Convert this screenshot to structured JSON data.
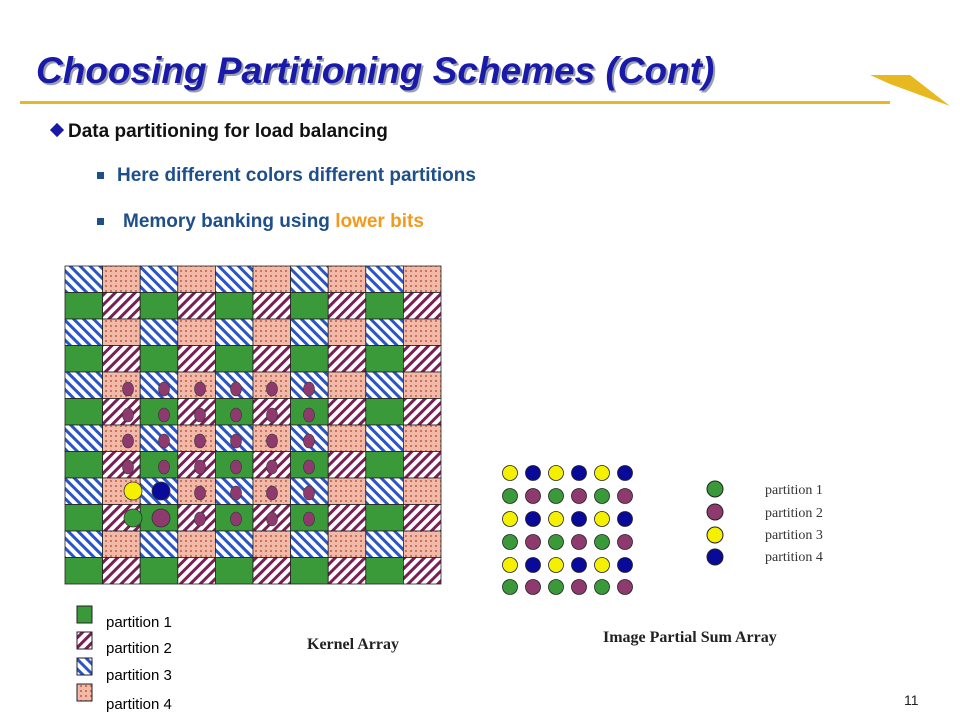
{
  "title": "Choosing Partitioning Schemes (Cont)",
  "bullets": {
    "main": "Data partitioning for load balancing",
    "sub1": "Here different colors different partitions",
    "sub2_prefix": "Memory banking using ",
    "sub2_highlight": "lower bits"
  },
  "kernel_label": "Kernel Array",
  "image_label": "Image Partial Sum Array",
  "kernel_legend": [
    "partition 1",
    "partition 2",
    "partition 3",
    "partition 4"
  ],
  "image_legend": [
    "partition 1",
    "partition 2",
    "partition 3",
    "partition 4"
  ],
  "page_number": "11",
  "colors": {
    "partition1": "#3a9a3a",
    "partition2": "#8e3a6e",
    "partition3": "#f5f000",
    "partition4": "#0a0a9a",
    "title": "#1a1aa8",
    "accent": "#f39a1e",
    "rule": "#e8b820"
  },
  "grids": {
    "kernel_rows": 12,
    "kernel_cols": 10,
    "image_rows": 6,
    "image_cols": 6
  }
}
